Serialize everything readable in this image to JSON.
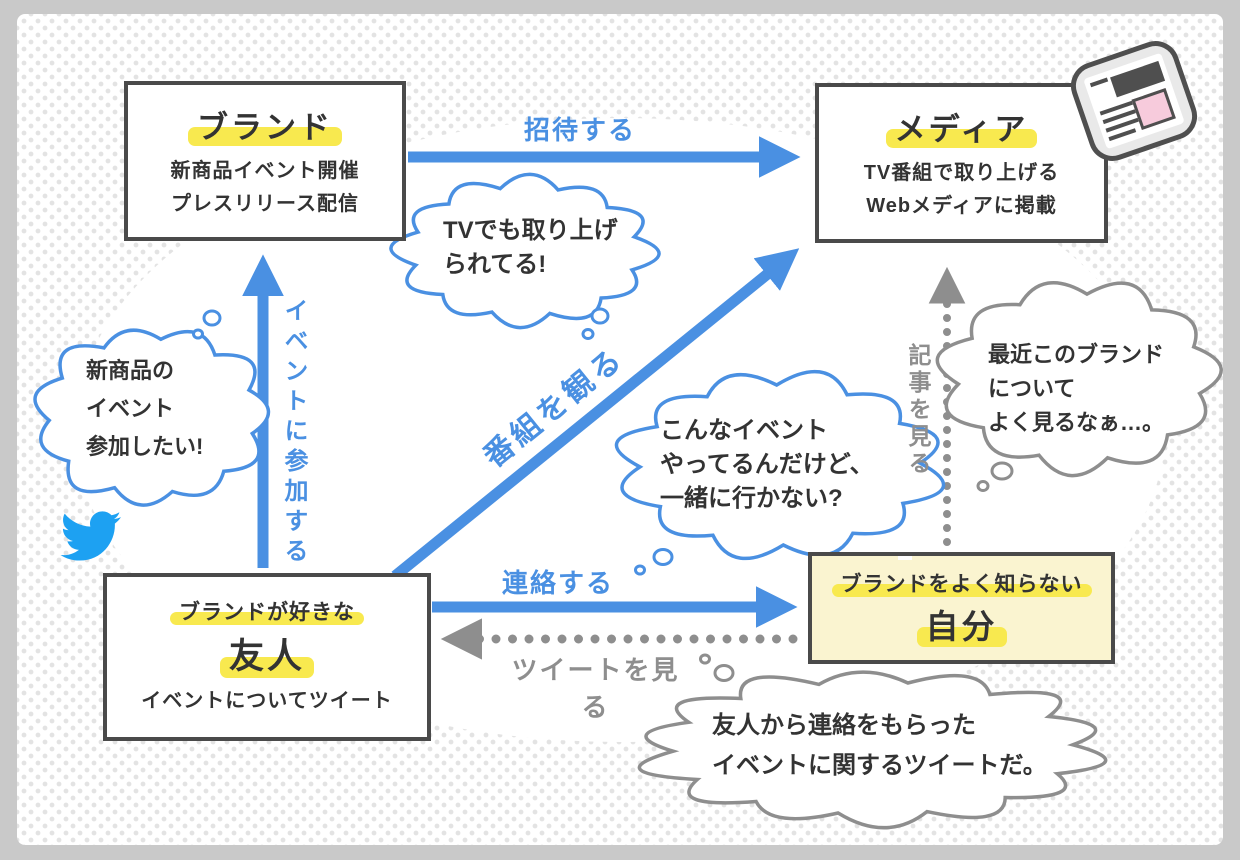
{
  "colors": {
    "blue": "#4A90E2",
    "twitter_blue": "#1DA1F2",
    "gray": "#8E8E8E",
    "dark_text": "#333333",
    "box_border": "#4A4A4A",
    "highlight_yellow": "#F8E94F",
    "self_box_fill": "#FAF4D0",
    "frame_gray": "#C9C9C9",
    "dot_gray": "#E3E3E3",
    "news_pink": "#F7CBDC"
  },
  "nodes": {
    "brand": {
      "title": "ブランド",
      "lines": [
        "新商品イベント開催",
        "プレスリリース配信"
      ]
    },
    "media": {
      "title": "メディア",
      "lines": [
        "TV番組で取り上げる",
        "Webメディアに掲載"
      ]
    },
    "friend": {
      "tagline": "ブランドが好きな",
      "title": "友人",
      "lines": [
        "イベントについてツイート"
      ]
    },
    "self": {
      "tagline": "ブランドをよく知らない",
      "title": "自分"
    }
  },
  "edges": {
    "invite": "招待する",
    "join_event": "イベントに参加する",
    "watch_show": "番組を観る",
    "contact": "連絡する",
    "view_tweet": "ツイートを見る",
    "view_article": "記事を見る"
  },
  "bubbles": {
    "tv": {
      "lines": [
        "TVでも取り上げ",
        "られてる!"
      ]
    },
    "new_product": {
      "lines": [
        "新商品の",
        "イベント",
        "参加したい!"
      ]
    },
    "invite_friend": {
      "lines": [
        "こんなイベント",
        "やってるんだけど、",
        "一緒に行かない?"
      ]
    },
    "see_brand": {
      "lines": [
        "最近このブランド",
        "について",
        "よく見るなぁ…。"
      ]
    },
    "tweet_found": {
      "lines": [
        "友人から連絡をもらった",
        "イベントに関するツイートだ。"
      ]
    }
  },
  "icons": {
    "twitter": "twitter-bird-icon",
    "news": "newspaper-icon"
  }
}
